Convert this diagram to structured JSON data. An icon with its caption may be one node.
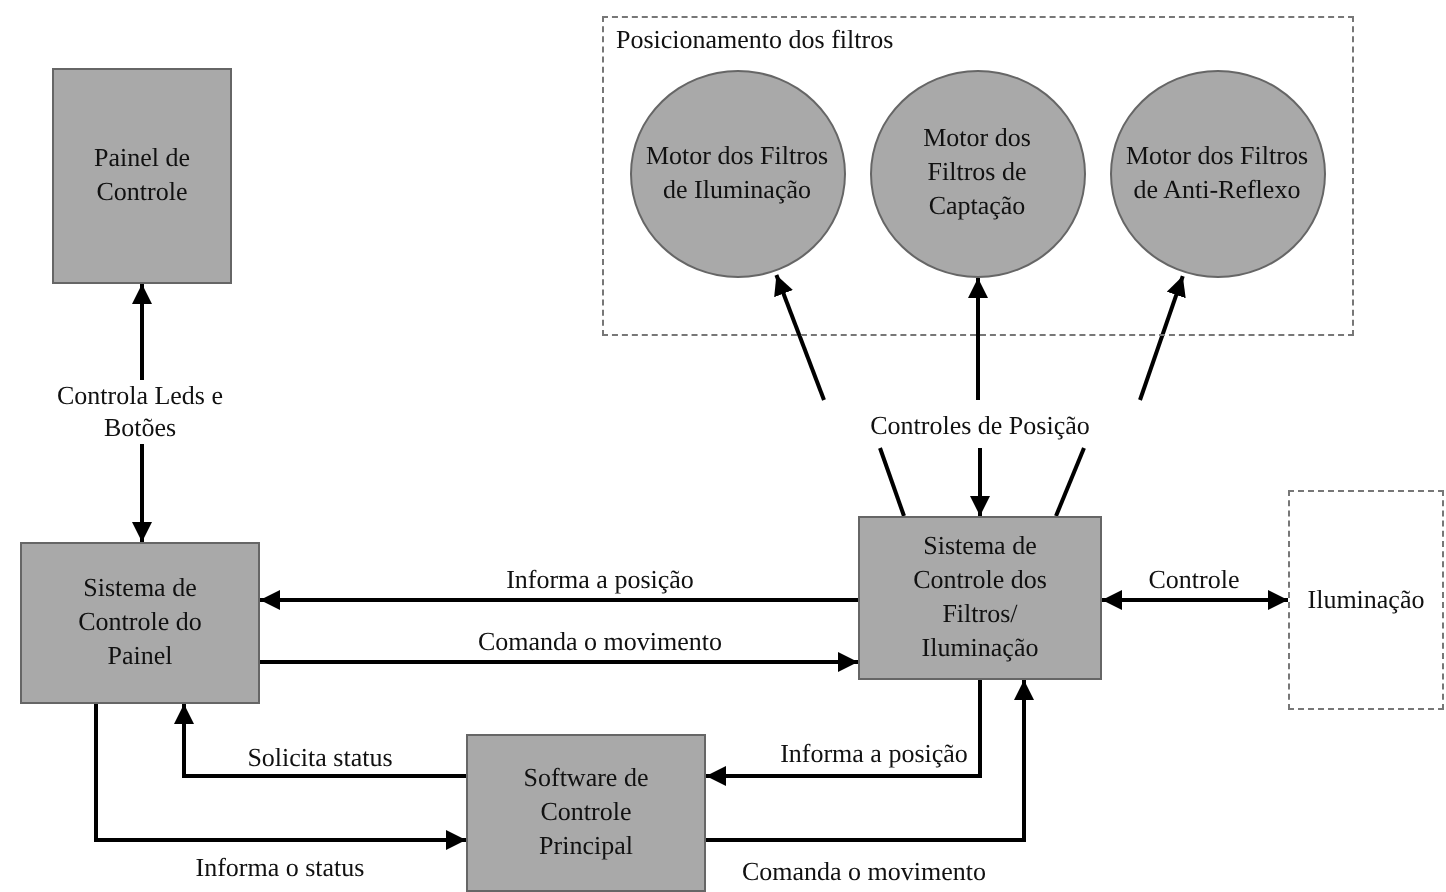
{
  "diagram": {
    "nodes": [
      {
        "text": [
          "Painel de Controle"
        ]
      },
      {
        "text": [
          "Posicionamento dos filtros"
        ]
      },
      {
        "text": [
          "Motor dos Filtros de Iluminação"
        ],
        "in": 1
      },
      {
        "text": [
          "Motor dos Filtros de Captação"
        ],
        "in": 1
      },
      {
        "text": [
          "Motor dos Filtros de Anti-Reflexo"
        ],
        "in": 1
      },
      {
        "text": [
          "Controles de Posição"
        ]
      },
      {
        "text": [
          "Sistema de Controle dos Filtros/ Iluminação"
        ]
      },
      {
        "text": [
          "Iluminação"
        ]
      },
      {
        "text": [
          "Sistema de Controle do Painel"
        ]
      },
      {
        "text": [
          "Software de Controle Principal"
        ]
      }
    ],
    "edges": [
      {
        "from": 8,
        "to": 0,
        "arrow": "both",
        "label": "Controla Leds e Botões"
      },
      {
        "from": 6,
        "to": 8,
        "arrow": "to",
        "label": "Informa a posição"
      },
      {
        "from": 8,
        "to": 6,
        "arrow": "to",
        "label": "Comanda o movimento"
      },
      {
        "from": 9,
        "to": 8,
        "arrow": "to",
        "label": "Solicita status"
      },
      {
        "from": 8,
        "to": 9,
        "arrow": "to",
        "label": "Informa o status"
      },
      {
        "from": 6,
        "to": 9,
        "arrow": "to",
        "label": "Informa a posição"
      },
      {
        "from": 9,
        "to": 6,
        "arrow": "to",
        "label": "Comanda o movimento"
      },
      {
        "from": 6,
        "to": 7,
        "arrow": "both",
        "label": "Controle"
      },
      {
        "from": 5,
        "to": 2,
        "arrow": "to"
      },
      {
        "from": 5,
        "to": 3,
        "arrow": "to"
      },
      {
        "from": 5,
        "to": 4,
        "arrow": "to"
      },
      {
        "from": 6,
        "to": 5,
        "arrow": "none"
      },
      {
        "from": 5,
        "to": 6,
        "arrow": "to"
      },
      {
        "from": 6,
        "to": 5,
        "arrow": "none"
      }
    ]
  }
}
